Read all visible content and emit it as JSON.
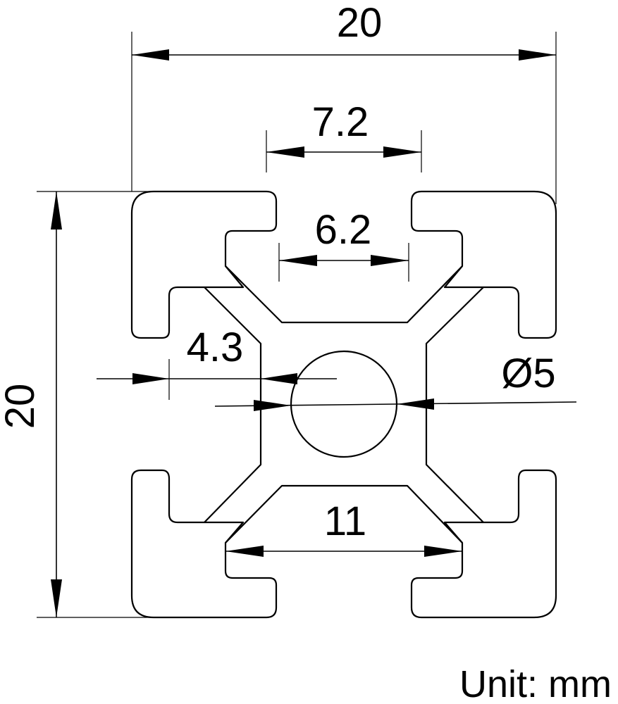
{
  "drawing": {
    "dimensions": {
      "overall_width": "20",
      "overall_height": "20",
      "slot_opening_outer": "7.2",
      "slot_opening_inner": "6.2",
      "slot_depth": "4.3",
      "center_hole": "Ø5",
      "slot_inner_width": "11"
    },
    "unit_label": "Unit: mm",
    "colors": {
      "line": "#000000",
      "background": "#ffffff"
    }
  }
}
